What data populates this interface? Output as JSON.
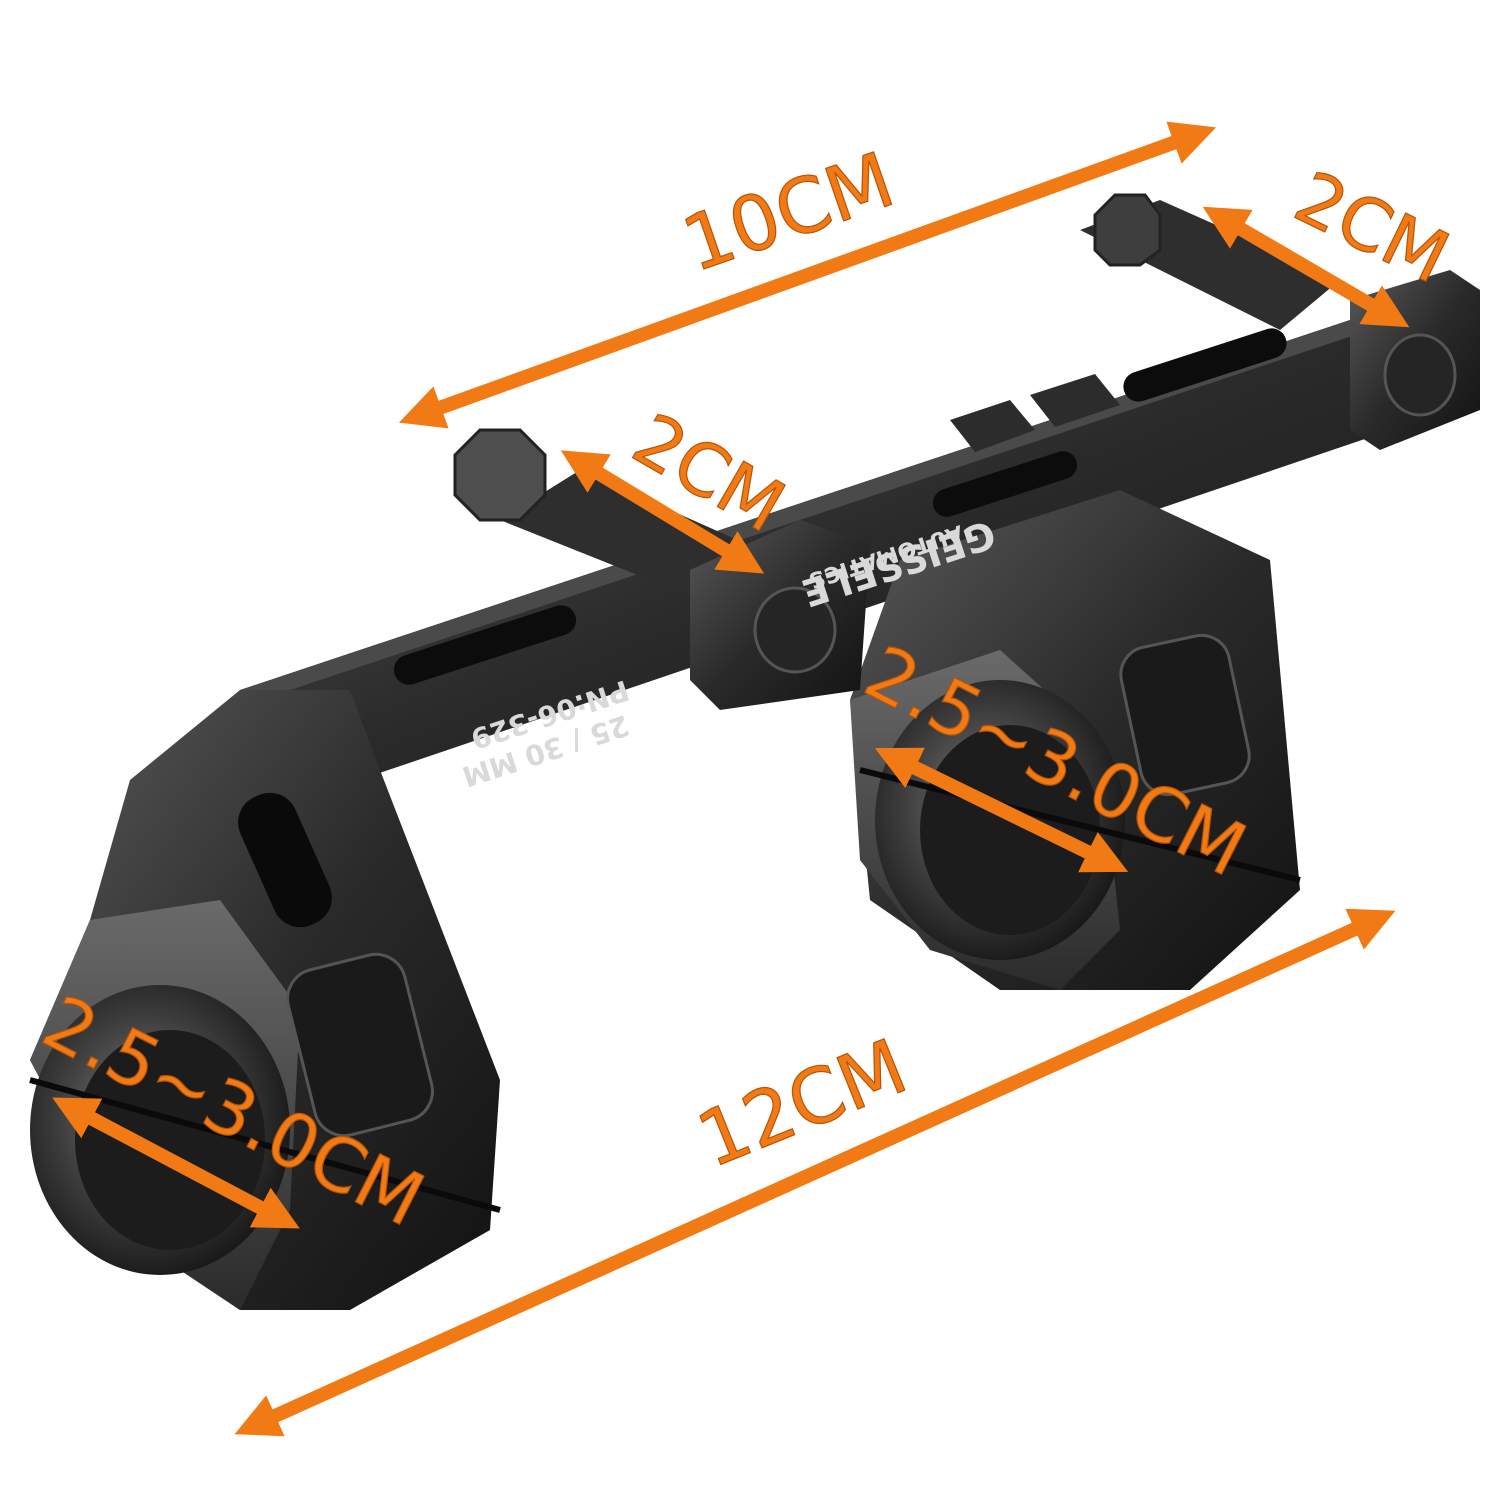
{
  "colors": {
    "accent": "#f27a14",
    "metal_dark": "#1b1b1b",
    "metal_mid": "#3a3a3a",
    "metal_light": "#6a6a6a",
    "background": "#ffffff"
  },
  "dimensions": {
    "top_length": "10CM",
    "bottom_length": "12CM",
    "front_clamp_width": "2CM",
    "rear_clamp_width": "2CM",
    "left_ring_diameter": "2.5~3.0CM",
    "right_ring_diameter": "2.5~3.0CM"
  },
  "engraving": {
    "brand": "GEISSELE",
    "brand_sub": "AUTOMATICS",
    "part_number": "PN:06-329",
    "size": "25 / 30 MM"
  }
}
